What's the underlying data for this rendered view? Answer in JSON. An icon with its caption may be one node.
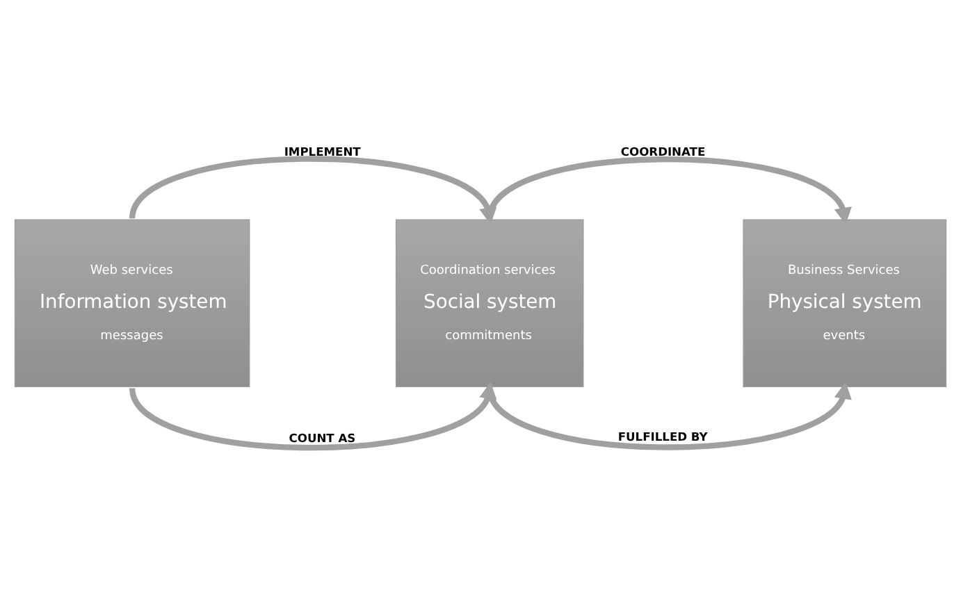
{
  "diagram": {
    "nodes": [
      {
        "text": [
          "Web services",
          "Information system",
          "messages"
        ]
      },
      {
        "text": [
          "Coordination services",
          "Social system",
          "commitments"
        ]
      },
      {
        "text": [
          "Business Services",
          "Physical system",
          "events"
        ]
      }
    ],
    "edges": [
      {
        "from": 0,
        "to": 1,
        "arrow": "to",
        "label": "IMPLEMENT"
      },
      {
        "from": 1,
        "to": 2,
        "arrow": "to",
        "label": "COORDINATE"
      },
      {
        "from": 0,
        "to": 1,
        "arrow": "to",
        "label": "COUNT AS"
      },
      {
        "from": 1,
        "to": 2,
        "arrow": "to",
        "label": "FULFILLED BY"
      }
    ]
  }
}
